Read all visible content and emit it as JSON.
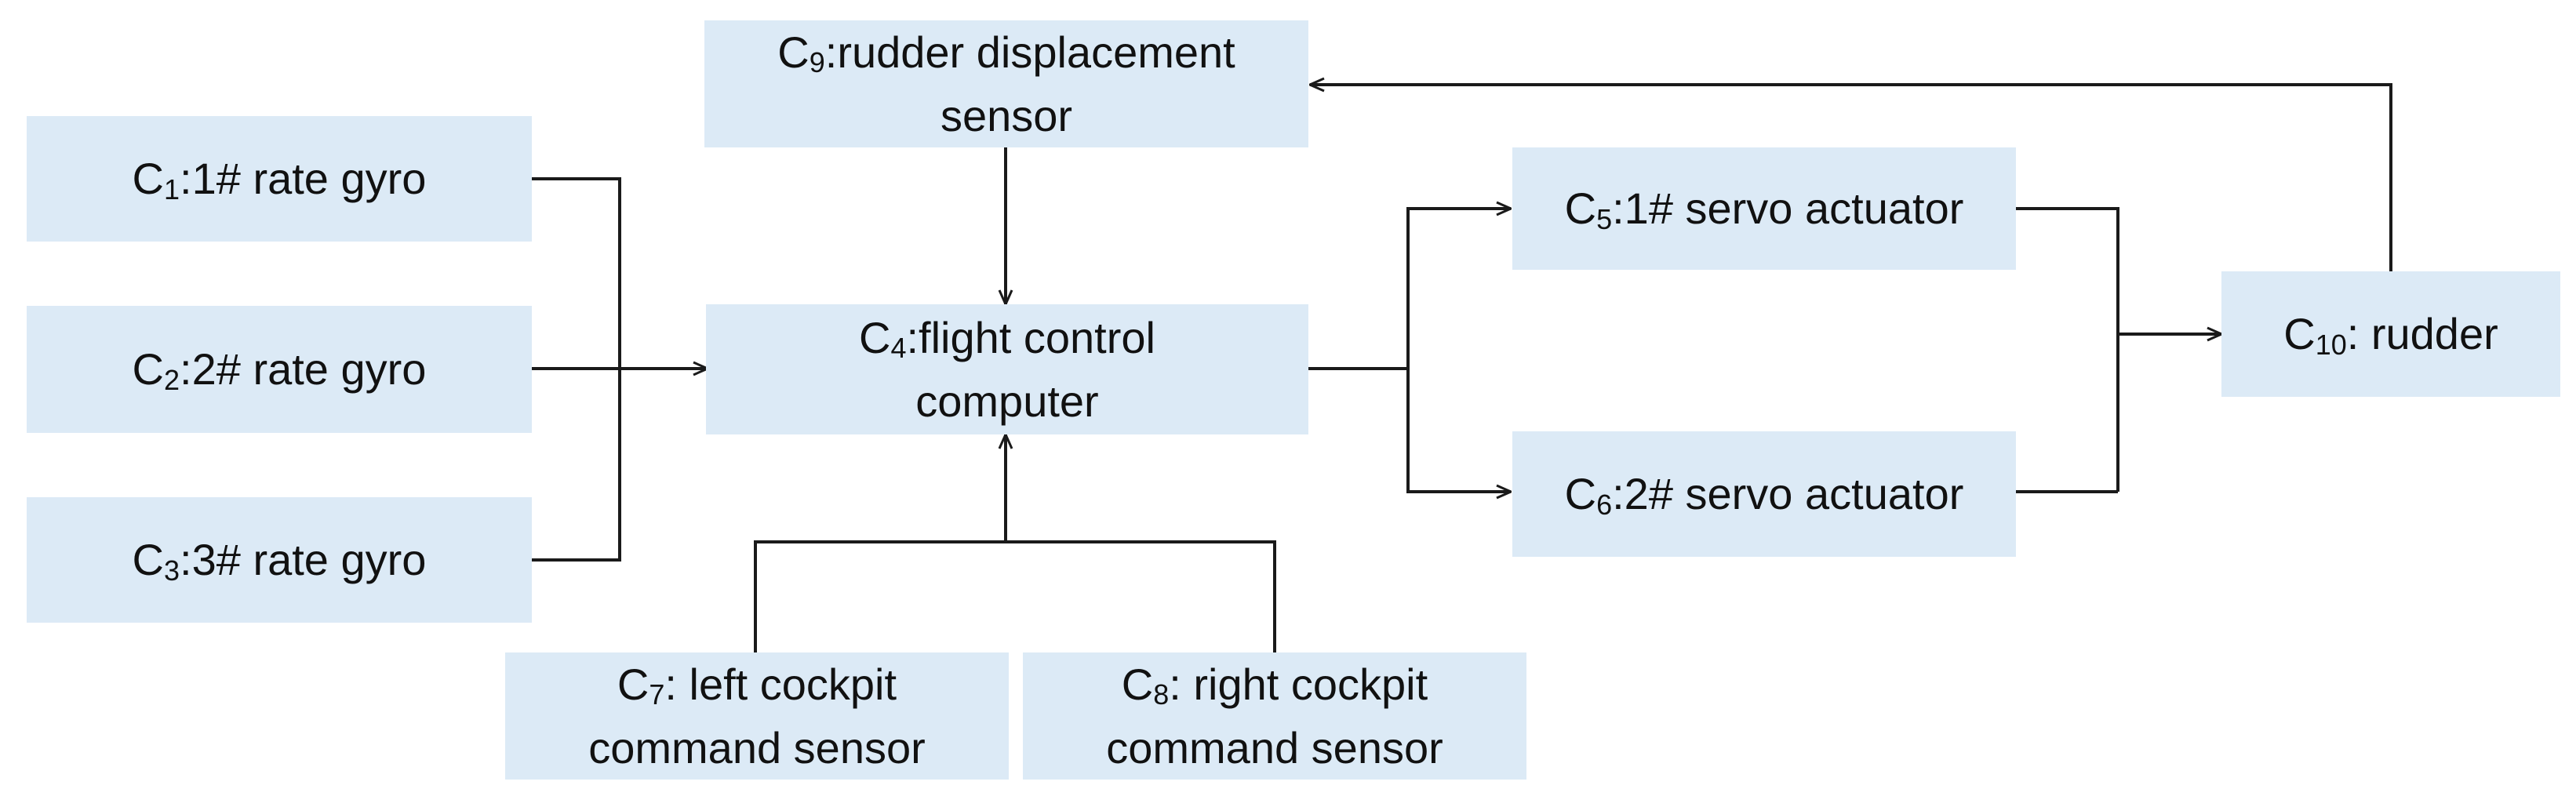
{
  "colors": {
    "box_fill": "#dceaf6",
    "line": "#1a1a1a",
    "text": "#111111"
  },
  "nodes": {
    "c1": {
      "id": "C",
      "sub": "1",
      "text": ":1# rate gyro"
    },
    "c2": {
      "id": "C",
      "sub": "2",
      "text": ":2# rate gyro"
    },
    "c3": {
      "id": "C",
      "sub": "3",
      "text": ":3# rate gyro"
    },
    "c4": {
      "id": "C",
      "sub": "4",
      "text": ":flight control",
      "text2": "computer"
    },
    "c5": {
      "id": "C",
      "sub": "5",
      "text": ":1# servo actuator"
    },
    "c6": {
      "id": "C",
      "sub": "6",
      "text": ":2# servo actuator"
    },
    "c7": {
      "id": "C",
      "sub": "7",
      "text": ": left cockpit",
      "text2": "command sensor"
    },
    "c8": {
      "id": "C",
      "sub": "8",
      "text": ": right cockpit",
      "text2": "command sensor"
    },
    "c9": {
      "id": "C",
      "sub": "9",
      "text": ":rudder displacement",
      "text2": "sensor"
    },
    "c10": {
      "id": "C",
      "sub": "10",
      "text": ": rudder"
    }
  },
  "edges": [
    {
      "from": "c1",
      "to": "c4"
    },
    {
      "from": "c2",
      "to": "c4"
    },
    {
      "from": "c3",
      "to": "c4"
    },
    {
      "from": "c9",
      "to": "c4"
    },
    {
      "from": "c7",
      "to": "c4"
    },
    {
      "from": "c8",
      "to": "c4"
    },
    {
      "from": "c4",
      "to": "c5"
    },
    {
      "from": "c4",
      "to": "c6"
    },
    {
      "from": "c5",
      "to": "c10"
    },
    {
      "from": "c6",
      "to": "c10"
    },
    {
      "from": "c10",
      "to": "c9"
    }
  ]
}
